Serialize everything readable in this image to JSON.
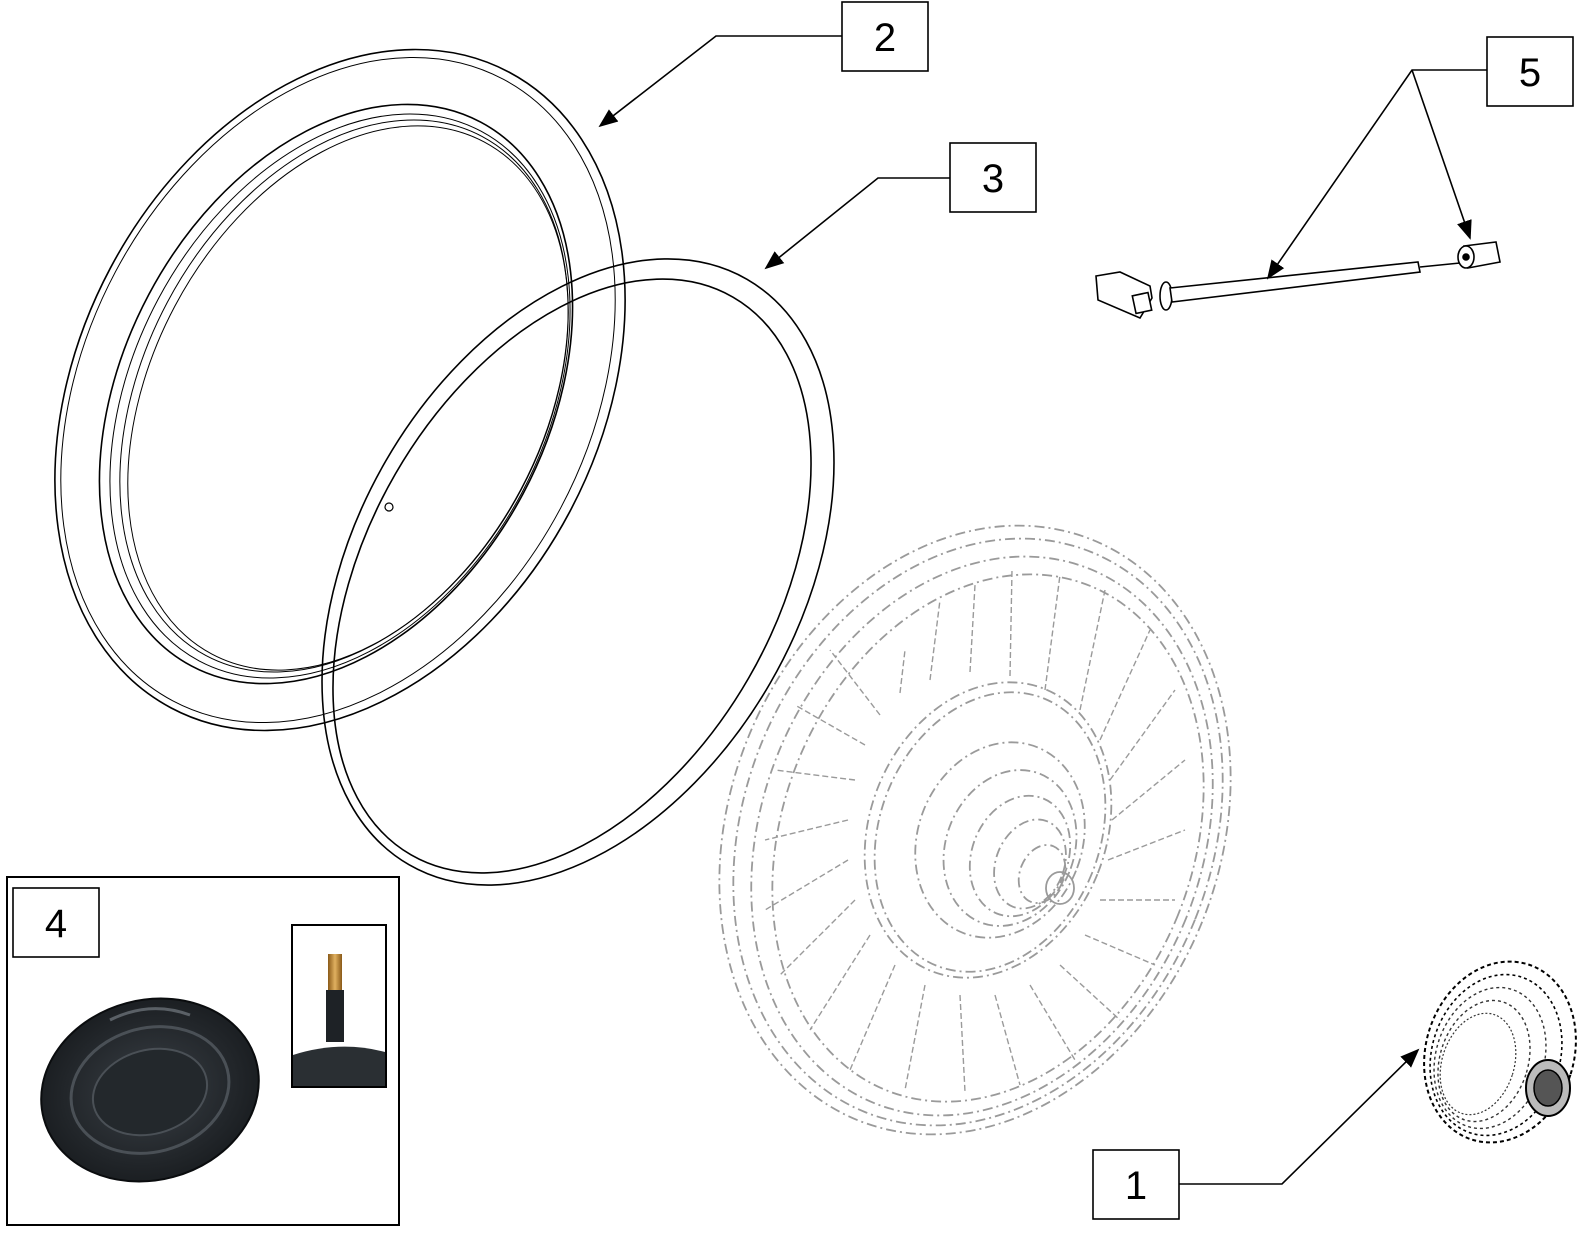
{
  "callouts": {
    "c1": "1",
    "c2": "2",
    "c3": "3",
    "c4": "4",
    "c5": "5"
  },
  "colors": {
    "line": "#000000",
    "phantom": "#9a9a9a",
    "tube": "#1e2226",
    "brass": "#b07a2a"
  }
}
